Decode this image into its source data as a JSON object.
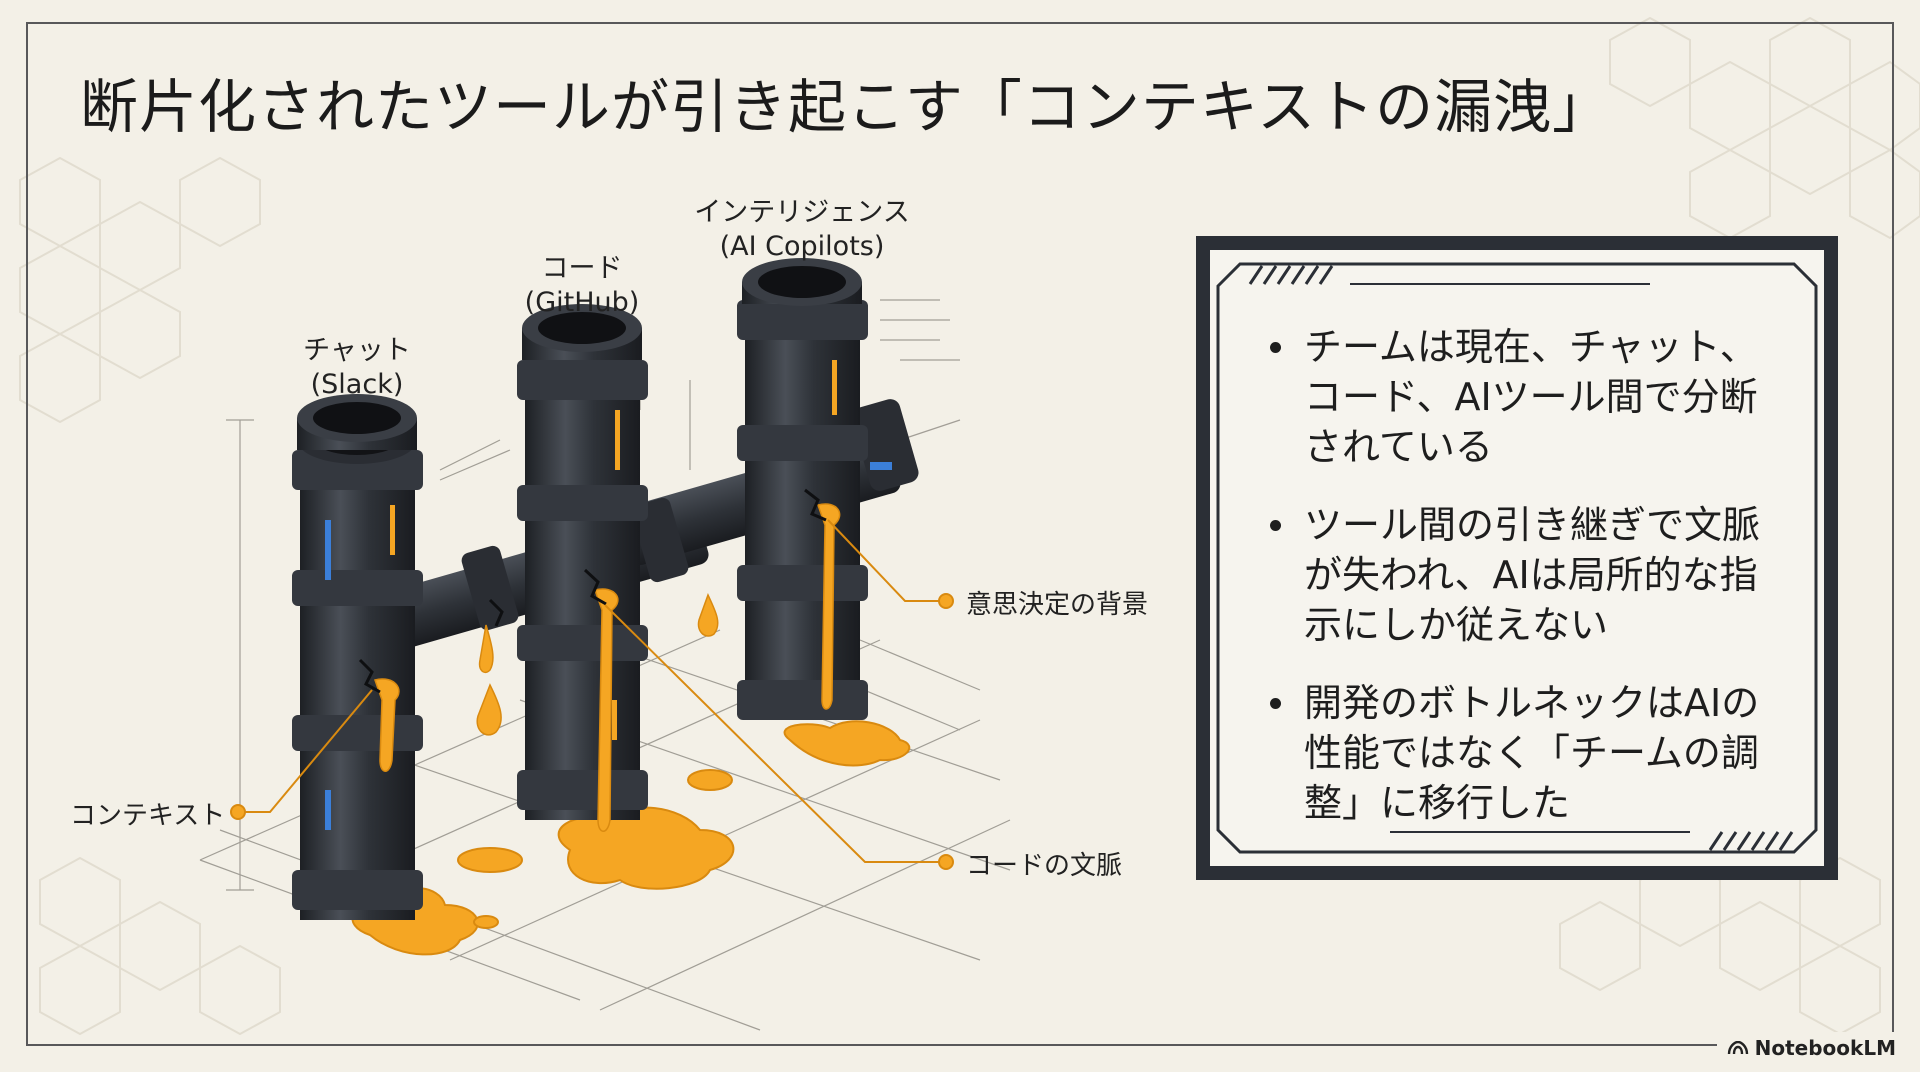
{
  "slide": {
    "title": "断片化されたツールが引き起こす「コンテキストの漏洩」"
  },
  "diagram": {
    "pipes": [
      {
        "name": "チャット",
        "tool": "(Slack)"
      },
      {
        "name": "コード",
        "tool": "(GitHub)"
      },
      {
        "name": "インテリジェンス",
        "tool": "(AI Copilots)"
      }
    ],
    "callouts": {
      "context": "コンテキスト",
      "decision_background": "意思決定の背景",
      "code_context": "コードの文脈"
    },
    "colors": {
      "pipe": "#2e3238",
      "pipe_highlight": "#4a4f57",
      "leak": "#f5a623",
      "leak_light": "#ffc94d",
      "accent_blue": "#3b7fd9"
    }
  },
  "panel": {
    "bullets": [
      "チームは現在、チャット、コード、AIツール間で分断されている",
      "ツール間の引き継ぎで文脈が失われ、AIは局所的な指示にしか従えない",
      "開発のボトルネックはAIの性能ではなく「チームの調整」に移行した"
    ]
  },
  "branding": {
    "label": "NotebookLM",
    "icon": "notebooklm-logo-icon"
  }
}
